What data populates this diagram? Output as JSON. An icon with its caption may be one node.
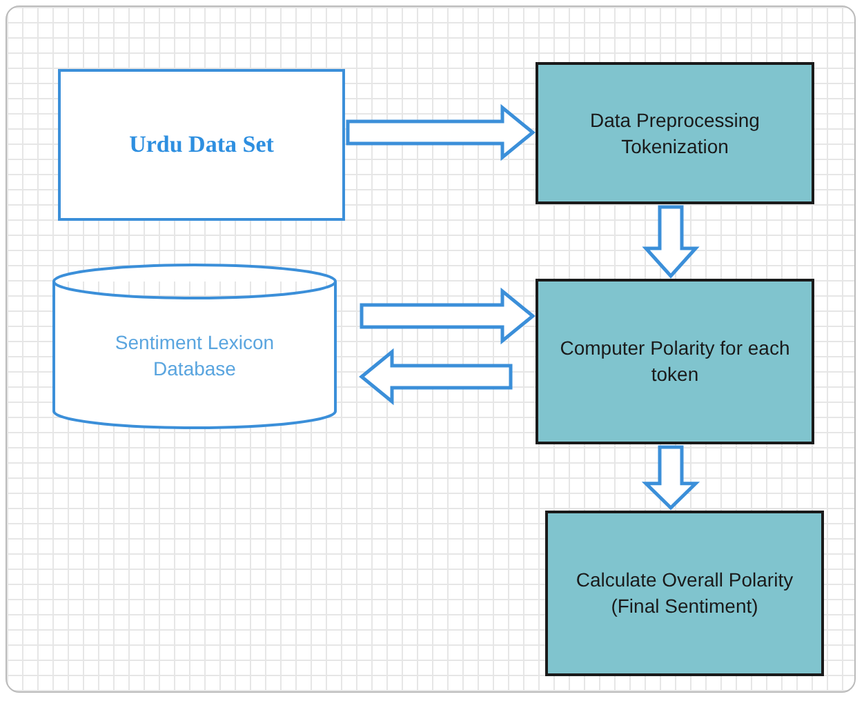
{
  "diagram": {
    "nodes": [
      {
        "text": [
          "Urdu Data Set"
        ]
      },
      {
        "text": [
          "Data Preprocessing Tokenization"
        ]
      },
      {
        "text": [
          "Sentiment Lexicon Database"
        ]
      },
      {
        "text": [
          "Computer Polarity for each token"
        ]
      },
      {
        "text": [
          "Calculate Overall Polarity (Final Sentiment)"
        ]
      }
    ],
    "edges": [
      {
        "from": 0,
        "to": 1,
        "arrow": "to"
      },
      {
        "from": 1,
        "to": 3,
        "arrow": "to"
      },
      {
        "from": 2,
        "to": 3,
        "arrow": "to"
      },
      {
        "from": 3,
        "to": 2,
        "arrow": "to"
      },
      {
        "from": 3,
        "to": 4,
        "arrow": "to"
      }
    ]
  }
}
